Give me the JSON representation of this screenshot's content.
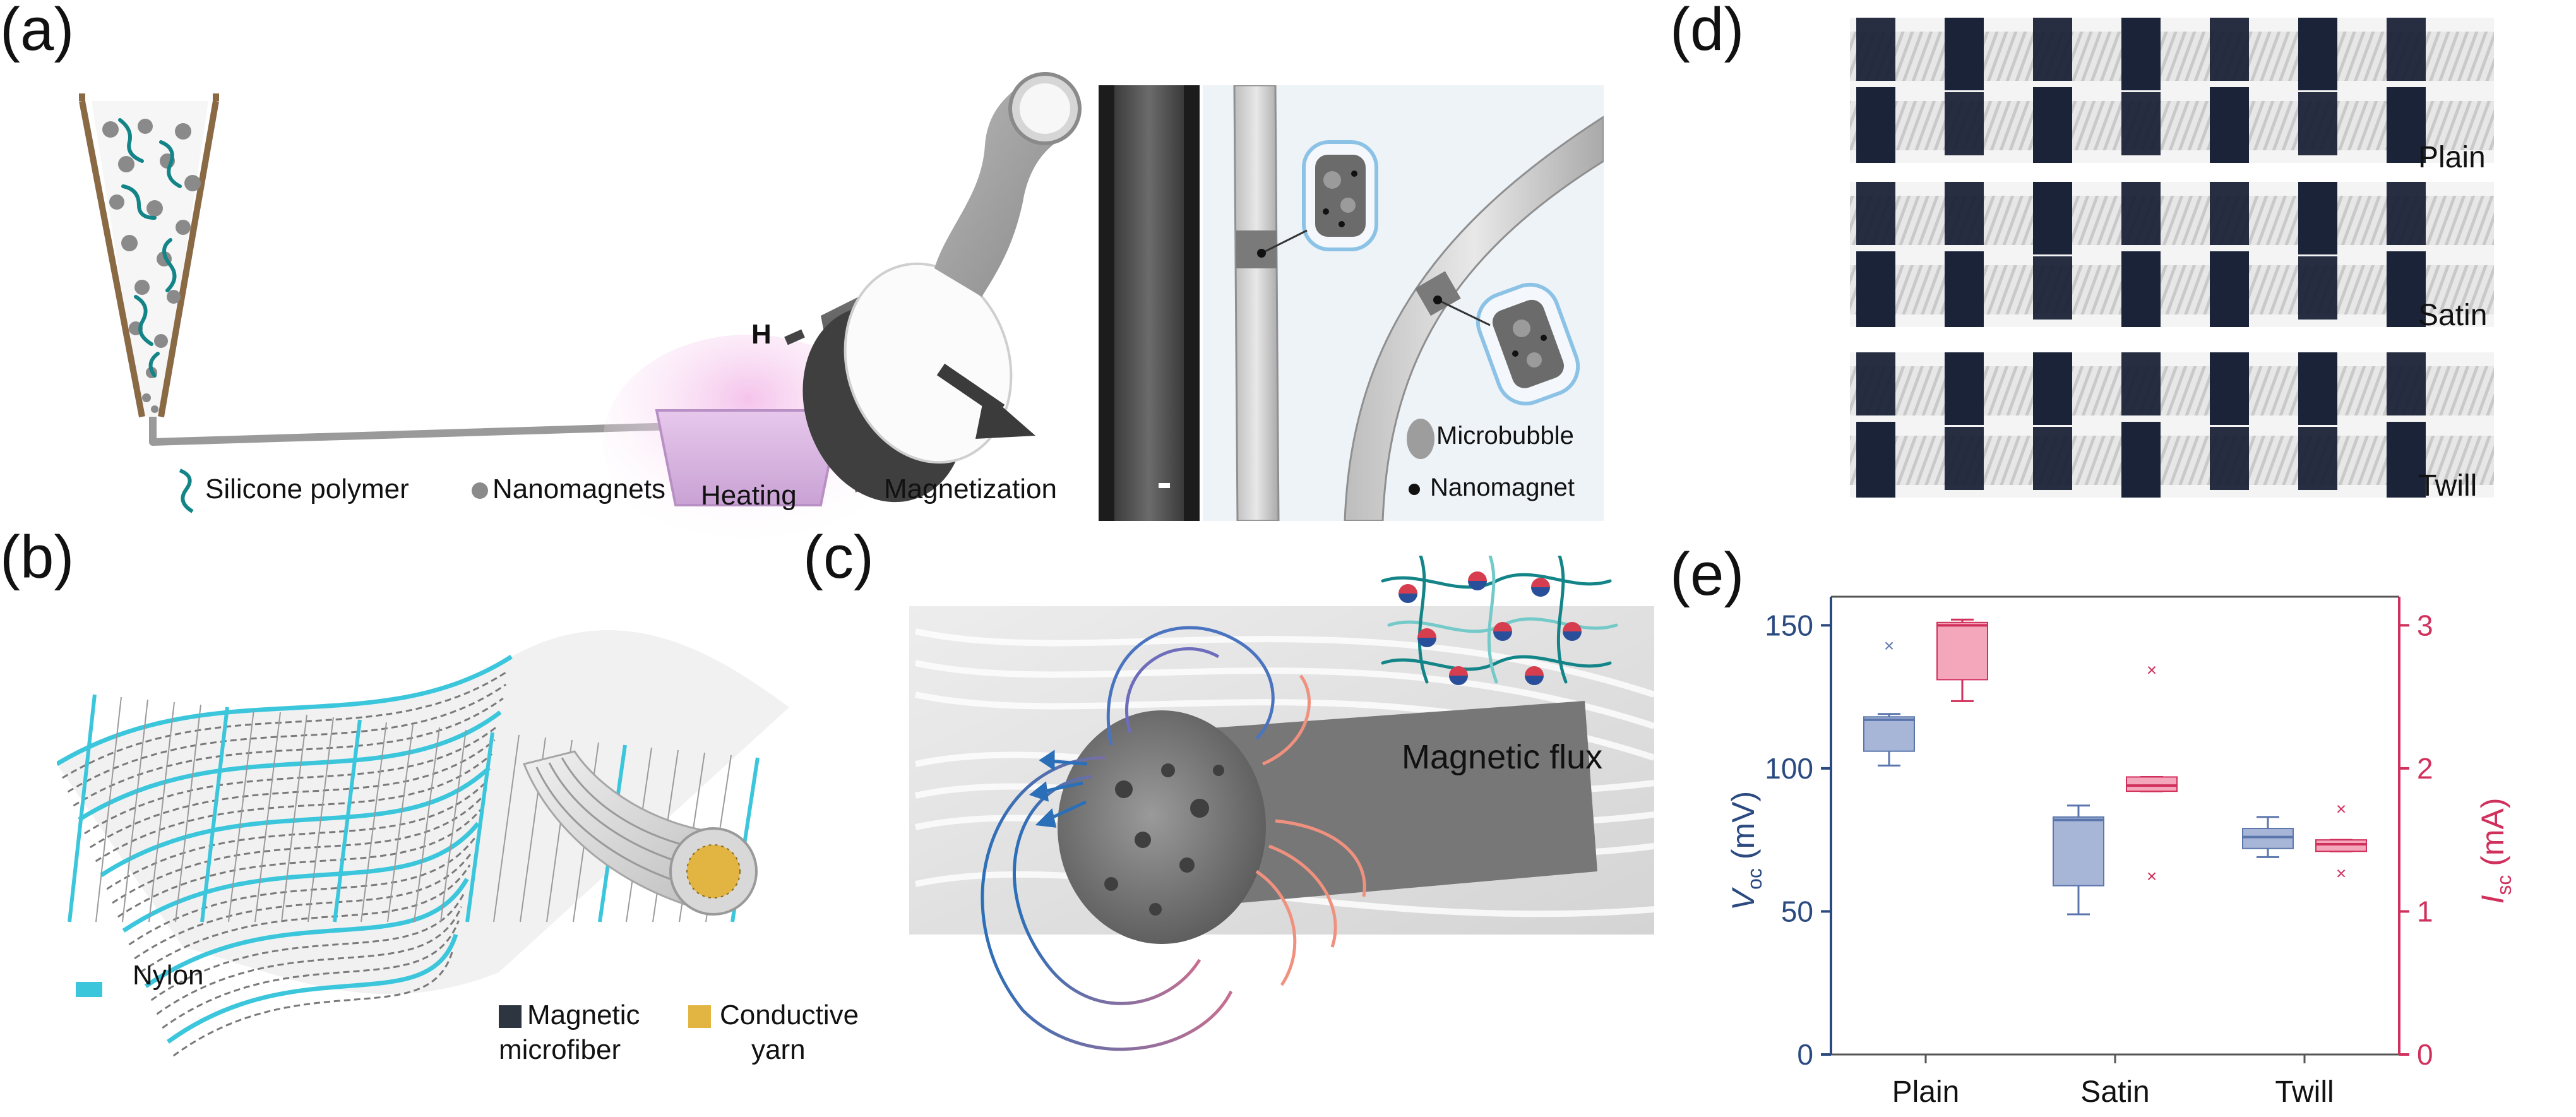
{
  "figure": {
    "panel_labels": {
      "a": "(a)",
      "b": "(b)",
      "c": "(c)",
      "d": "(d)",
      "e": "(e)"
    },
    "panel_a": {
      "legend_polymer": "Silicone polymer",
      "legend_nanomagnets": "Nanomagnets",
      "heating": "Heating",
      "magnetization": "Magnetization",
      "field": "H",
      "microbubble": "Microbubble",
      "nanomagnet": "Nanomagnet"
    },
    "panel_b": {
      "nylon": "Nylon",
      "magnetic_line1": "Magnetic",
      "magnetic_line2": "microfiber",
      "conductive_line1": "Conductive",
      "conductive_line2": "yarn"
    },
    "panel_c": {
      "flux": "Magnetic flux"
    },
    "panel_d": {
      "weaves": [
        "Plain",
        "Satin",
        "Twill"
      ]
    },
    "colors": {
      "fiber_dark": "#1b2338",
      "thread_light": "#e4e4e4",
      "nylon": "#3cc6dc",
      "voc_axis": "#2b4a80",
      "isc_axis": "#d0305c",
      "voc_box": "#a7b6d6",
      "isc_box": "#f4a7bb",
      "yarn_core": "#e2b543"
    }
  },
  "chart_data": {
    "type": "box",
    "categories": [
      "Plain",
      "Satin",
      "Twill"
    ],
    "ylabel_left": {
      "main": "V",
      "sub": "oc",
      "unit": " (mV)"
    },
    "ylabel_right": {
      "main": "I",
      "sub": "sc",
      "unit": " (mA)"
    },
    "ylim_left": [
      0,
      160
    ],
    "ylim_right": [
      0,
      3.2
    ],
    "yticks_left": [
      "0",
      "50",
      "100",
      "150"
    ],
    "yticks_right": [
      "0",
      "1",
      "2",
      "3"
    ],
    "series": [
      {
        "name": "Voc",
        "axis": "left",
        "color": "#a7b6d6",
        "edge": "#5b76ad",
        "boxes": [
          {
            "whislo": 101,
            "q1": 106,
            "med": 117,
            "q3": 118,
            "whishi": 119,
            "fliers": [
              143
            ]
          },
          {
            "whislo": 49,
            "q1": 59,
            "med": 82,
            "q3": 83,
            "whishi": 87,
            "fliers": []
          },
          {
            "whislo": 69,
            "q1": 72,
            "med": 76,
            "q3": 79,
            "whishi": 83,
            "fliers": []
          }
        ]
      },
      {
        "name": "Isc",
        "axis": "right",
        "color": "#f4a7bb",
        "edge": "#d0305c",
        "boxes": [
          {
            "whislo": 2.47,
            "q1": 2.62,
            "med": 3.0,
            "q3": 3.02,
            "whishi": 3.04,
            "fliers": []
          },
          {
            "whislo": 1.84,
            "q1": 1.84,
            "med": 1.88,
            "q3": 1.94,
            "whishi": 1.94,
            "fliers": [
              2.69,
              1.25
            ]
          },
          {
            "whislo": 1.42,
            "q1": 1.42,
            "med": 1.47,
            "q3": 1.5,
            "whishi": 1.5,
            "fliers": [
              1.72,
              1.27
            ]
          }
        ]
      }
    ]
  }
}
